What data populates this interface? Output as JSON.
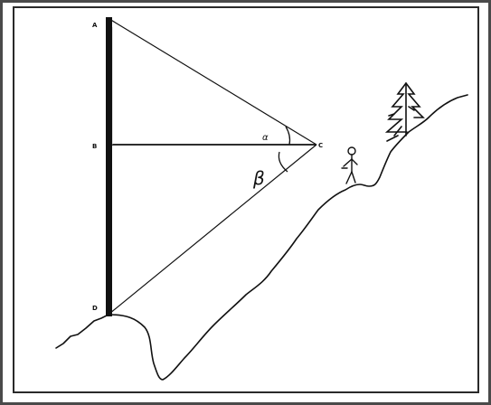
{
  "diagram": {
    "points": {
      "top": "A",
      "middle": "B",
      "bottom": "D",
      "observer": "C"
    },
    "angles": {
      "upper": "α",
      "lower": "β"
    },
    "colors": {
      "ink": "#111111",
      "frame": "#2a2a2a",
      "outer_frame": "#4a4a4a"
    }
  }
}
